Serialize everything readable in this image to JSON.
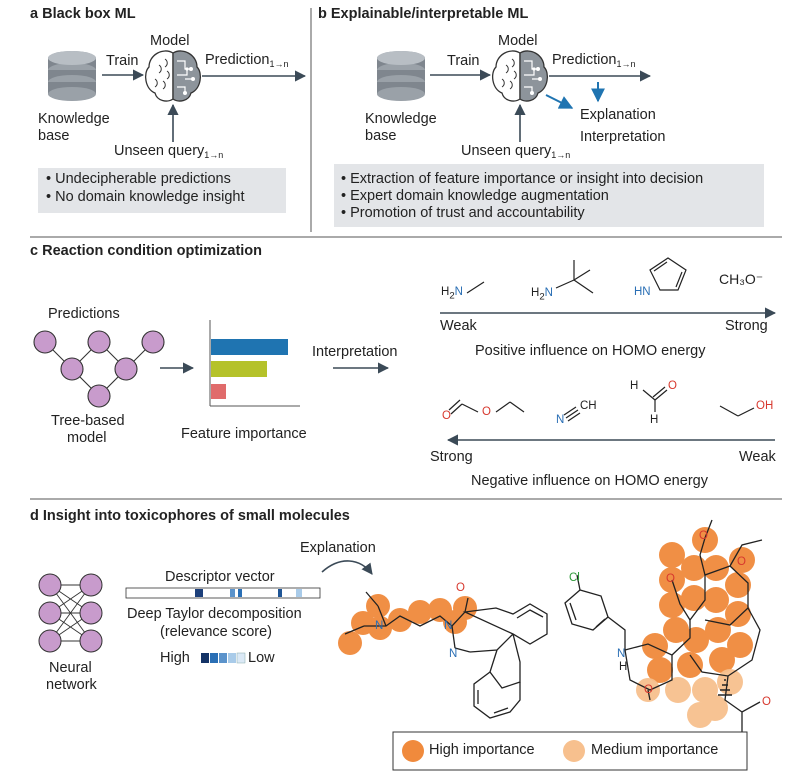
{
  "panel_a": {
    "title_letter": "a",
    "title": "Black box ML",
    "model": "Model",
    "train": "Train",
    "prediction": "Prediction",
    "prediction_sub": "1→n",
    "knowledge": "Knowledge",
    "base": "base",
    "unseen": "Unseen query",
    "unseen_sub": "1→n",
    "bullets": [
      "Undecipherable predictions",
      "No domain knowledge insight"
    ]
  },
  "panel_b": {
    "title_letter": "b",
    "title": "Explainable/interpretable ML",
    "model": "Model",
    "train": "Train",
    "prediction": "Prediction",
    "prediction_sub": "1→n",
    "knowledge": "Knowledge",
    "base": "base",
    "unseen": "Unseen query",
    "unseen_sub": "1→n",
    "explanation": "Explanation",
    "interpretation": "Interpretation",
    "bullets": [
      "Extraction of feature importance or insight into decision",
      "Expert domain knowledge augmentation",
      "Promotion of trust and accountability"
    ]
  },
  "panel_c": {
    "title_letter": "c",
    "title": "Reaction condition optimization",
    "predictions": "Predictions",
    "tree_line1": "Tree-based",
    "tree_line2": "model",
    "feature_importance": "Feature importance",
    "interpretation": "Interpretation",
    "weak": "Weak",
    "strong": "Strong",
    "positive": "Positive influence on HOMO energy",
    "negative": "Negative influence on HOMO energy",
    "methoxide": "CH₃O⁻",
    "bar_colors": [
      "#1f74b1",
      "#b5c22a",
      "#e06b6b"
    ]
  },
  "panel_d": {
    "title_letter": "d",
    "title": "Insight into toxicophores of small molecules",
    "explanation": "Explanation",
    "descriptor": "Descriptor vector",
    "dtd": "Deep Taylor decomposition",
    "relevance": "(relevance score)",
    "high": "High",
    "low": "Low",
    "neural1": "Neural",
    "neural2": "network",
    "legend_high": "High importance",
    "legend_medium": "Medium importance",
    "colors": {
      "high": "#f08a3c",
      "medium": "#f7c08e"
    }
  }
}
